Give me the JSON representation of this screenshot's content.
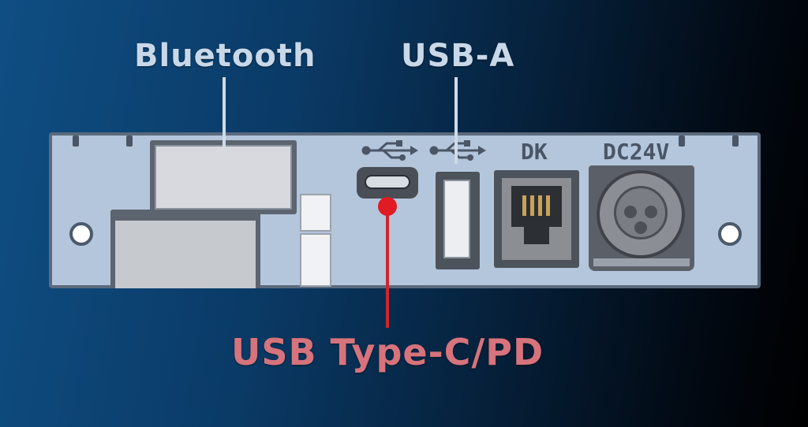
{
  "labels": {
    "bluetooth": "Bluetooth",
    "usb_a": "USB-A",
    "usb_c": "USB Type-C/PD",
    "dk": "DK",
    "dc24v": "DC24V"
  },
  "icons": {
    "usb_symbol": "usb-trident-icon"
  },
  "colors": {
    "background_left": "#0f4e83",
    "background_right": "#000000",
    "panel": "#b4c6dc",
    "label_text": "#c9d8e8",
    "usb_c_highlight": "#e01b23",
    "usb_c_label": "#d6737c"
  }
}
